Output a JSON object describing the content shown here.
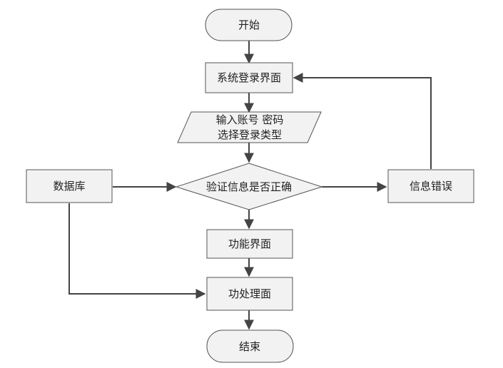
{
  "diagram": {
    "nodes": {
      "start": "开始",
      "login": "系统登录界面",
      "input_line1": "输入账号 密码",
      "input_line2": "选择登录类型",
      "verify": "验证信息是否正确",
      "database": "数据库",
      "error": "信息错误",
      "function_ui": "功能界面",
      "processing_ui": "功处理面",
      "end": "结束"
    }
  }
}
